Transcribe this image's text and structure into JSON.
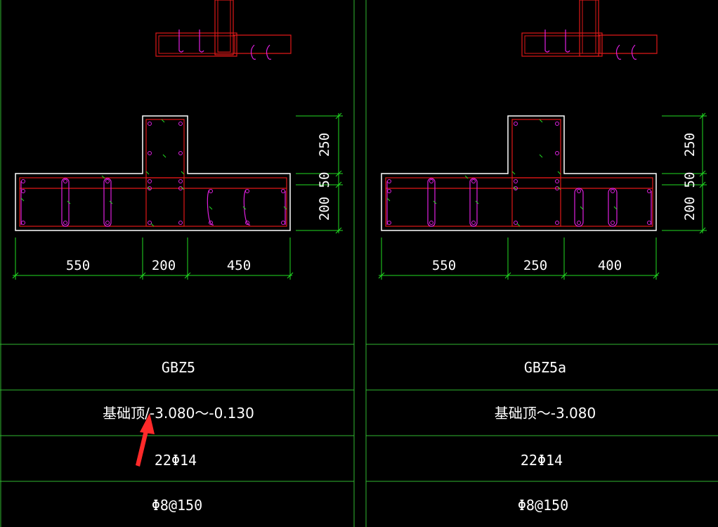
{
  "colors": {
    "background": "#000000",
    "grid_line": "#2fb82f",
    "outline": "#ffffff",
    "rebar_red": "#e01818",
    "tie_magenta": "#e020e0",
    "dim_green": "#22dd22",
    "annotation_arrow": "#ff2a2a"
  },
  "panels": [
    {
      "name": "GBZ5",
      "dims_h": [
        "550",
        "200",
        "450"
      ],
      "dims_v": [
        "250",
        "50",
        "200"
      ],
      "elevation": "基础顶/-3.080～-0.130",
      "longitudinal_rebar": "22Φ14",
      "stirrup": "Φ8@150"
    },
    {
      "name": "GBZ5a",
      "dims_h": [
        "550",
        "250",
        "400"
      ],
      "dims_v": [
        "250",
        "50",
        "200"
      ],
      "elevation": "基础顶～-3.080",
      "longitudinal_rebar": "22Φ14",
      "stirrup": "Φ8@150"
    }
  ]
}
